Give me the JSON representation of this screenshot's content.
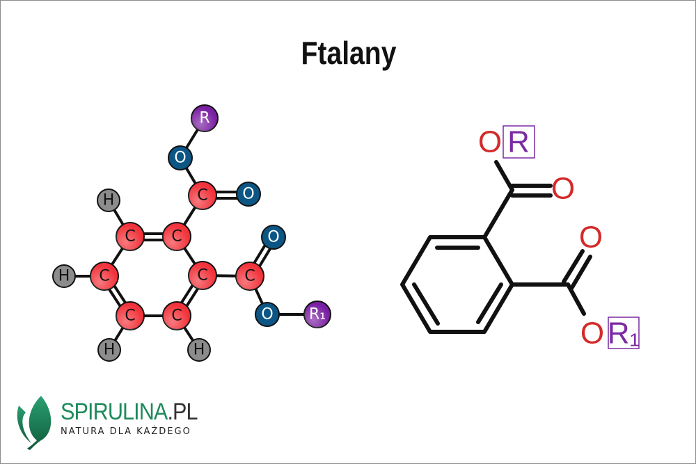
{
  "title": "Ftalany",
  "colors": {
    "carbon": "#f2333b",
    "oxygen": "#0c5685",
    "hydrogen": "#8c8c8c",
    "r_group": "#7a1fa2",
    "skeletal_o": "#d42a2a",
    "skeletal_r": "#7a2aa2",
    "brand": "#1e8a5c"
  },
  "ball_model": {
    "carbon": "C",
    "oxygen": "O",
    "hydrogen": "H",
    "r": "R",
    "r1": "R₁"
  },
  "skeletal": {
    "oxygen": "O",
    "r": "R",
    "r1": "R₁"
  },
  "logo": {
    "name": "SPIRULINA",
    "suffix": ".PL",
    "tagline": "NATURA DLA KAŻDEGO"
  }
}
